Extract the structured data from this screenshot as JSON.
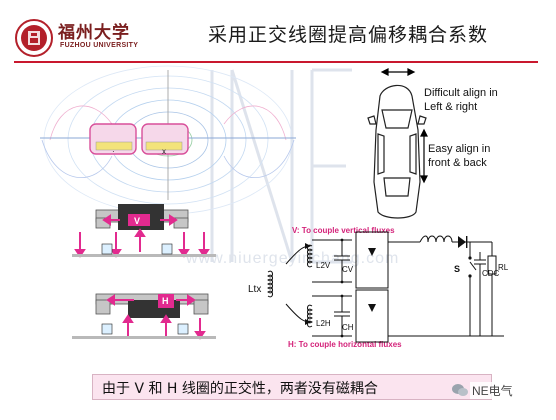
{
  "header": {
    "university_cn": "福州大学",
    "university_en": "FUZHOU UNIVERSITY",
    "title": "采用正交线圈提高偏移耦合系数",
    "logo_icon": "university-seal-icon"
  },
  "car_figure": {
    "difficult_text": "Difficult align in Left & right",
    "easy_text": "Easy align in front & back",
    "difficult_line1": "Difficult align in",
    "difficult_line2": "Left & right",
    "easy_line1": "Easy align in",
    "easy_line2": "front & back"
  },
  "coil_figure": {
    "v_label": "V",
    "h_label": "H",
    "dot": "·",
    "cross": "x"
  },
  "circuit": {
    "top_caption": "V: To couple vertical fluxes",
    "bottom_caption": "H: To couple horizontal fluxes",
    "ltx": "Ltx",
    "l2v": "L2V",
    "cv": "CV",
    "l2h": "L2H",
    "ch": "CH",
    "s": "S",
    "cdc": "CDC",
    "rl": "RL"
  },
  "watermark": {
    "letters": "NE",
    "url": "www.niuergeyinchang.com"
  },
  "banner": {
    "text": "由于 V 和 H 线圈的正交性，两者没有磁耦合"
  },
  "footer": {
    "brand": "NE电气",
    "icon": "wechat-icon"
  },
  "colors": {
    "accent_red": "#c9182e",
    "pink": "#e0208c",
    "banner_bg": "#fbe4ef"
  }
}
